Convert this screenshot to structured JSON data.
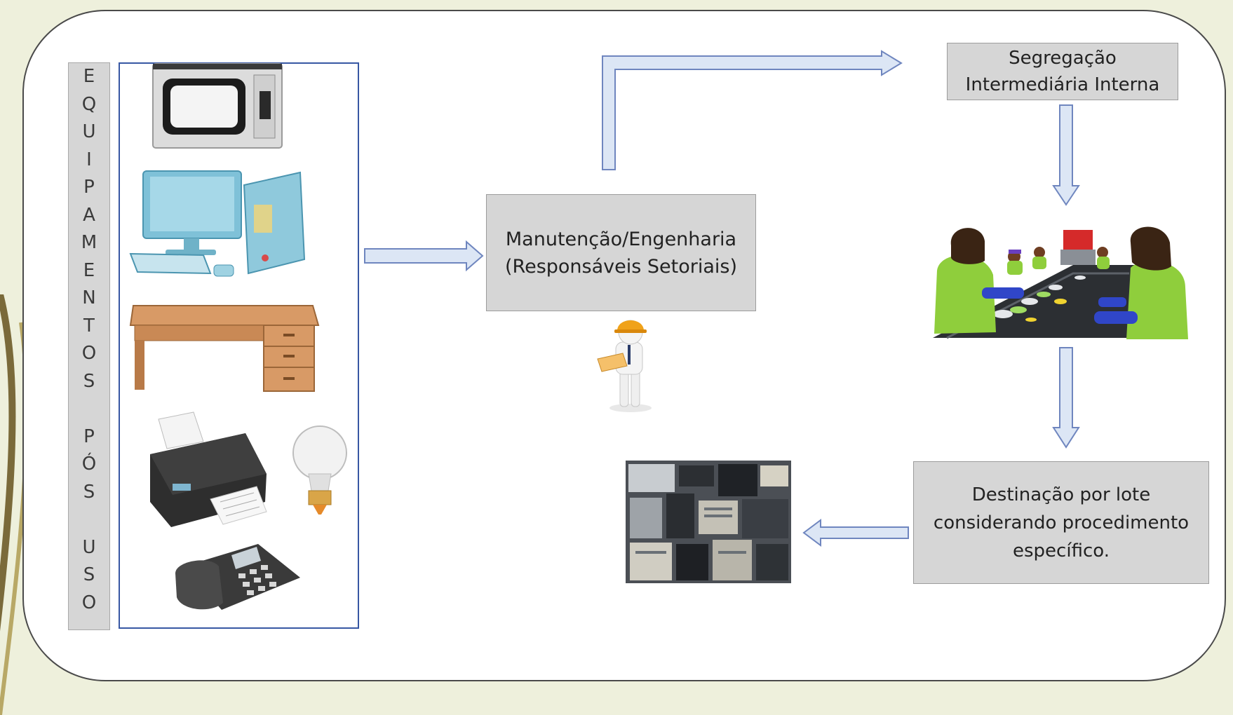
{
  "vertical_label": [
    "E",
    "Q",
    "U",
    "I",
    "P",
    "A",
    "M",
    "E",
    "N",
    "T",
    "O",
    "S",
    "",
    "P",
    "Ó",
    "S",
    "",
    "U",
    "S",
    "O"
  ],
  "nodes": {
    "maintenance": "Manutenção/Engenharia\n(Responsáveis Setoriais)",
    "segregation": "Segregação\nIntermediária Interna",
    "destination": "Destinação por lote\nconsiderando procedimento\nespecífico."
  },
  "colors": {
    "arrow_fill": "#dce6f5",
    "arrow_stroke": "#6f86bf",
    "box_fill": "#d6d6d6",
    "equipment_border": "#3757a3",
    "worker_shirt": "#8fce3c"
  },
  "icons": [
    "microwave-icon",
    "desktop-computer-icon",
    "office-desk-icon",
    "printer-icon",
    "light-bulb-icon",
    "desk-phone-icon",
    "engineer-icon",
    "recycling-workers-image",
    "scrap-equipment-pile-image"
  ]
}
